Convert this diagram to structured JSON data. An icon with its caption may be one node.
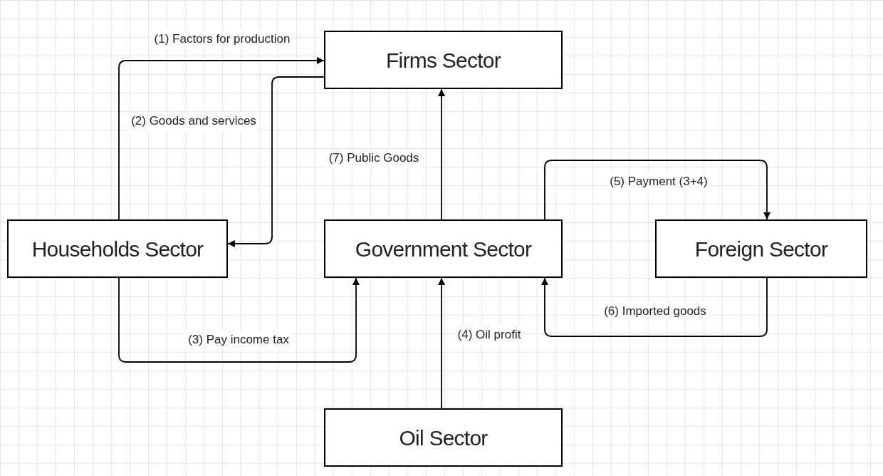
{
  "diagram": {
    "nodes": [
      {
        "text": [
          "Firms Sector"
        ]
      },
      {
        "text": [
          "Households Sector"
        ]
      },
      {
        "text": [
          "Government Sector"
        ]
      },
      {
        "text": [
          "Foreign Sector"
        ]
      },
      {
        "text": [
          "Oil Sector"
        ]
      }
    ],
    "edges": [
      {
        "from": 1,
        "to": 0,
        "arrow": "to",
        "label": "(1) Factors for production"
      },
      {
        "from": 0,
        "to": 1,
        "arrow": "to",
        "label": "(2) Goods and services"
      },
      {
        "from": 1,
        "to": 2,
        "arrow": "to",
        "label": "(3) Pay income tax"
      },
      {
        "from": 4,
        "to": 2,
        "arrow": "to",
        "label": "(4) Oil profit"
      },
      {
        "from": 2,
        "to": 3,
        "arrow": "to",
        "label": "(5) Payment (3+4)"
      },
      {
        "from": 3,
        "to": 2,
        "arrow": "to",
        "label": "(6) Imported goods"
      },
      {
        "from": 2,
        "to": 0,
        "arrow": "to",
        "label": "(7) Public Goods"
      }
    ]
  }
}
